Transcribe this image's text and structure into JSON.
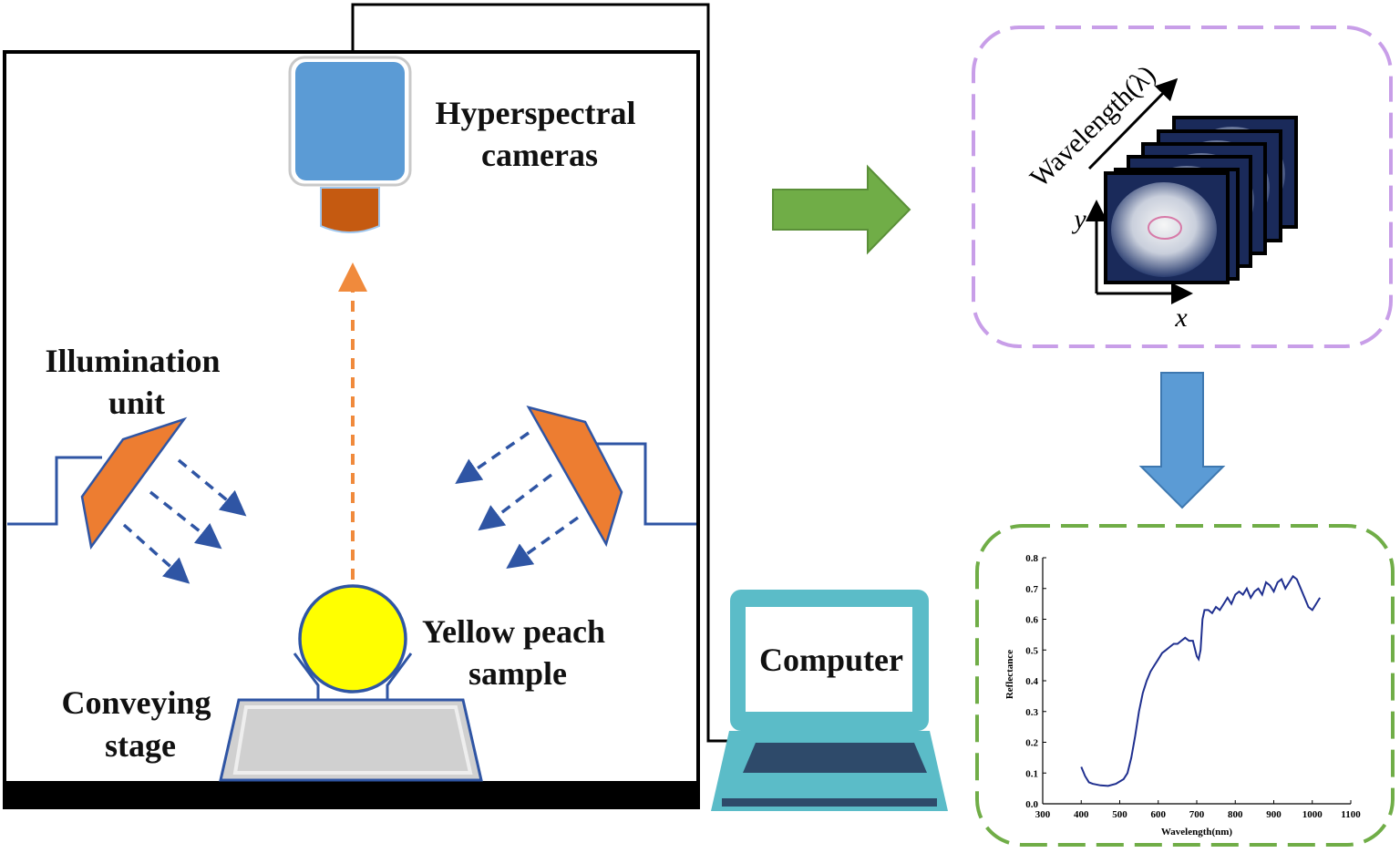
{
  "labels": {
    "camera": [
      "Hyperspectral",
      "cameras"
    ],
    "illumination": [
      "Illumination",
      "unit"
    ],
    "sample": [
      "Yellow peach",
      "sample"
    ],
    "stage": [
      "Conveying",
      "stage"
    ],
    "computer": "Computer"
  },
  "cube": {
    "wavelength_label": "Wavelength(λ)",
    "x_label": "x",
    "y_label": "y"
  },
  "colors": {
    "camera_body": "#5b9bd5",
    "camera_lens": "#c55a11",
    "ray": "#f08a3c",
    "light_arrows": "#2f55a4",
    "reflector": "#ed7d31",
    "peach": "#ffff00",
    "stage": "#d0d0d0",
    "computer": "#5bbcc8",
    "green_arrow": "#70ad47",
    "blue_arrow": "#5b9bd5",
    "cube_border": "#c89ee8",
    "chart_border": "#70ad47",
    "spectrum_line": "#1f2f8f"
  },
  "chart_data": {
    "type": "line",
    "xlabel": "Wavelength(nm)",
    "ylabel": "Reflectance",
    "xlim": [
      300,
      1100
    ],
    "ylim": [
      0.0,
      0.8
    ],
    "xticks": [
      "300",
      "400",
      "500",
      "600",
      "700",
      "800",
      "900",
      "1000",
      "1100"
    ],
    "yticks": [
      "0.0",
      "0.1",
      "0.2",
      "0.3",
      "0.4",
      "0.5",
      "0.6",
      "0.7",
      "0.8"
    ],
    "series": [
      {
        "x": [
          400,
          410,
          420,
          430,
          450,
          470,
          490,
          510,
          520,
          530,
          540,
          550,
          560,
          570,
          580,
          590,
          600,
          610,
          620,
          630,
          640,
          650,
          660,
          670,
          680,
          690,
          700,
          705,
          710,
          715,
          720,
          730,
          740,
          750,
          760,
          770,
          780,
          790,
          800,
          810,
          820,
          830,
          840,
          850,
          860,
          870,
          880,
          890,
          900,
          910,
          920,
          930,
          940,
          950,
          960,
          970,
          980,
          990,
          1000,
          1010,
          1020
        ],
        "y": [
          0.12,
          0.09,
          0.07,
          0.065,
          0.06,
          0.058,
          0.065,
          0.08,
          0.1,
          0.15,
          0.22,
          0.3,
          0.36,
          0.4,
          0.43,
          0.45,
          0.47,
          0.49,
          0.5,
          0.51,
          0.52,
          0.52,
          0.53,
          0.54,
          0.53,
          0.53,
          0.48,
          0.47,
          0.5,
          0.6,
          0.63,
          0.63,
          0.62,
          0.64,
          0.63,
          0.65,
          0.67,
          0.65,
          0.68,
          0.69,
          0.68,
          0.7,
          0.67,
          0.69,
          0.7,
          0.68,
          0.72,
          0.71,
          0.69,
          0.72,
          0.73,
          0.7,
          0.72,
          0.74,
          0.73,
          0.7,
          0.67,
          0.64,
          0.63,
          0.65,
          0.67
        ]
      }
    ]
  }
}
